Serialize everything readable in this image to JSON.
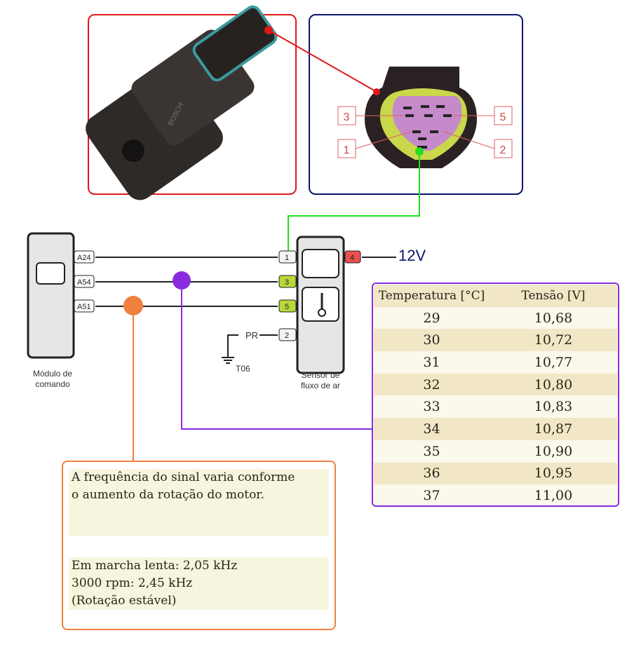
{
  "module": {
    "label_line1": "Módulo de",
    "label_line2": "comando",
    "pins": [
      "A24",
      "A54",
      "A51"
    ]
  },
  "sensor": {
    "label_line1": "Sensor de",
    "label_line2": "fluxo de ar",
    "pins": [
      "1",
      "3",
      "5",
      "2",
      "4"
    ]
  },
  "ground": {
    "wire": "PR",
    "point": "T06"
  },
  "supply": "12V",
  "connector": {
    "pin_labels": [
      "3",
      "5",
      "1",
      "2"
    ]
  },
  "photo": {
    "brand": "BOSCH"
  },
  "table": {
    "headers": [
      "Temperatura [°C]",
      "Tensão [V]"
    ],
    "rows": [
      [
        "29",
        "10,68"
      ],
      [
        "30",
        "10,72"
      ],
      [
        "31",
        "10,77"
      ],
      [
        "32",
        "10,80"
      ],
      [
        "33",
        "10,83"
      ],
      [
        "34",
        "10,87"
      ],
      [
        "35",
        "10,90"
      ],
      [
        "36",
        "10,95"
      ],
      [
        "37",
        "11,00"
      ]
    ]
  },
  "note": {
    "line1": "A frequência do sinal varia conforme",
    "line2": "o aumento da rotação do motor.",
    "line3": "Em marcha lenta: 2,05 kHz",
    "line4": "3000 rpm: 2,45 kHz",
    "line5": "(Rotação estável)"
  },
  "colors": {
    "red": "#e01818",
    "navy": "#0a1470",
    "green": "#22dd22",
    "purple": "#8a2be2",
    "orange": "#f08040"
  }
}
